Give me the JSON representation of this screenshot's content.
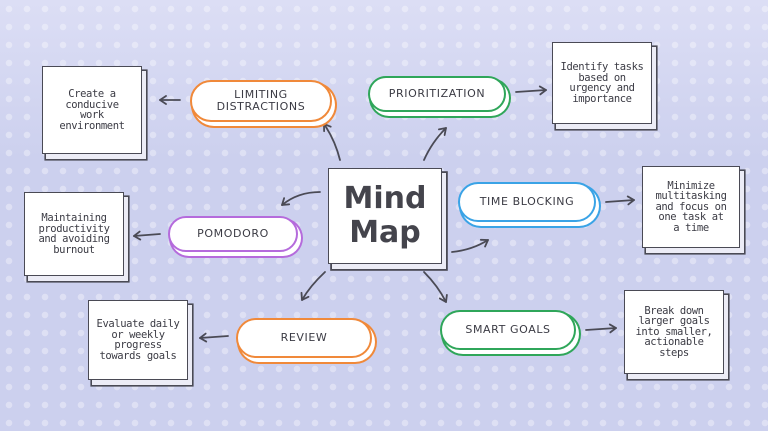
{
  "diagram": {
    "center": {
      "title": "Mind\nMap"
    },
    "branches": [
      {
        "id": "limiting-distractions",
        "label": "LIMITING\nDISTRACTIONS",
        "color": "#f0893a",
        "note": "Create a\nconducive\nwork\nenvironment"
      },
      {
        "id": "prioritization",
        "label": "PRIORITIZATION",
        "color": "#2fa65a",
        "note": "Identify tasks\nbased on\nurgency and\nimportance"
      },
      {
        "id": "pomodoro",
        "label": "POMODORO",
        "color": "#b56bdc",
        "note": "Maintaining\nproductivity\nand avoiding\nburnout"
      },
      {
        "id": "time-blocking",
        "label": "TIME BLOCKING",
        "color": "#3aa3e6",
        "note": "Minimize\nmultitasking\nand focus on\none task at\na time"
      },
      {
        "id": "review",
        "label": "REVIEW",
        "color": "#f0893a",
        "note": "Evaluate daily\nor weekly\nprogress\ntowards goals"
      },
      {
        "id": "smart-goals",
        "label": "SMART GOALS",
        "color": "#2fa65a",
        "note": "Break down\nlarger goals\ninto smaller,\nactionable\nsteps"
      }
    ],
    "colors": {
      "ink": "#4a4a55",
      "background": "#ccd0ee"
    }
  }
}
